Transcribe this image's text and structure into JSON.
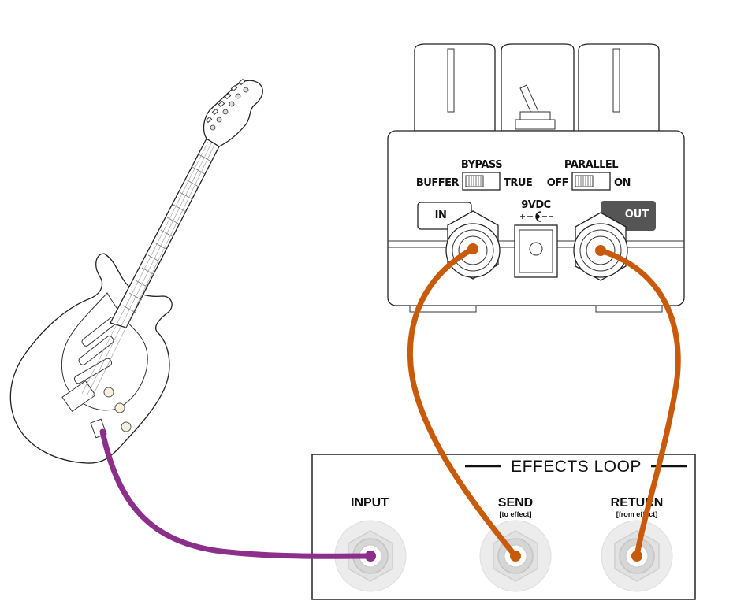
{
  "pedal": {
    "bypass_label": "BYPASS",
    "buffer_label": "BUFFER",
    "true_label": "TRUE",
    "parallel_label": "PARALLEL",
    "off_label": "OFF",
    "on_label": "ON",
    "power_label": "9VDC",
    "in_label": "IN",
    "out_label": "OUT"
  },
  "loop_box": {
    "title": "EFFECTS LOOP",
    "input_label": "INPUT",
    "send_label": "SEND",
    "send_sub": "[to effect]",
    "return_label": "RETURN",
    "return_sub": "[from effect]"
  },
  "colors": {
    "guitar_cable": "#8b2f8b",
    "loop_cable": "#c85a0a",
    "out_badge": "#555555"
  }
}
